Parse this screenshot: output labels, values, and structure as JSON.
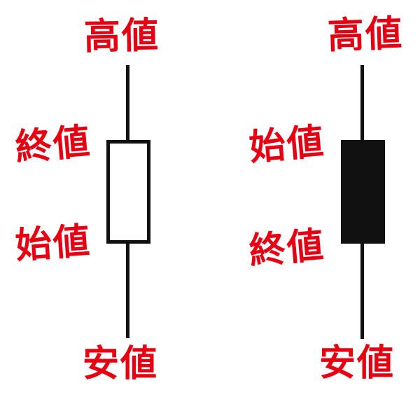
{
  "diagram": {
    "subject": "candlestick-anatomy",
    "colors": {
      "label_red": "#e60012",
      "candle_black": "#111111",
      "bullish_body_fill": "#ffffff",
      "background": "#ffffff"
    },
    "left_candle": {
      "type": "bullish-white-body",
      "labels": {
        "high": "高値",
        "close": "終値",
        "open": "始値",
        "low": "安値"
      }
    },
    "right_candle": {
      "type": "bearish-black-body",
      "labels": {
        "high": "高値",
        "open": "始値",
        "close": "終値",
        "low": "安値"
      }
    }
  }
}
